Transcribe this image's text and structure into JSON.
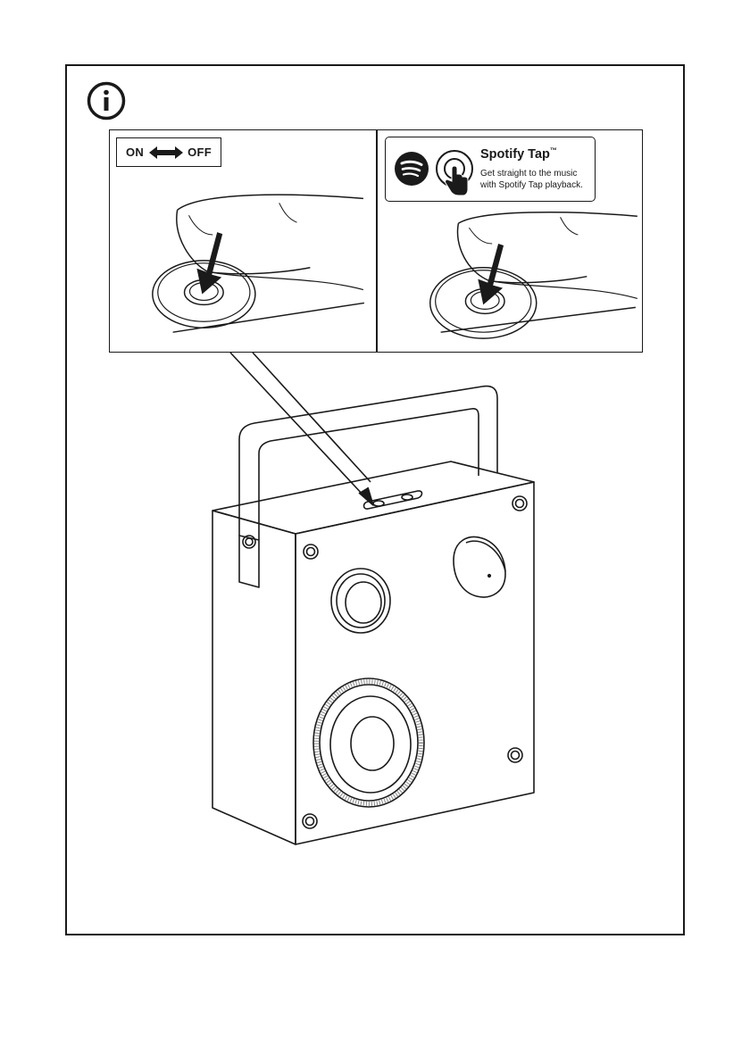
{
  "info_panel": {
    "power_label": {
      "on": "ON",
      "off": "OFF"
    },
    "spotify": {
      "title": "Spotify Tap",
      "trademark": "™",
      "description_line1": "Get straight to the music",
      "description_line2": "with Spotify Tap playback."
    }
  },
  "icons": [
    "info-icon",
    "double-arrow-icon",
    "spotify-logo-icon",
    "tap-gesture-icon",
    "press-arrow-icon"
  ]
}
